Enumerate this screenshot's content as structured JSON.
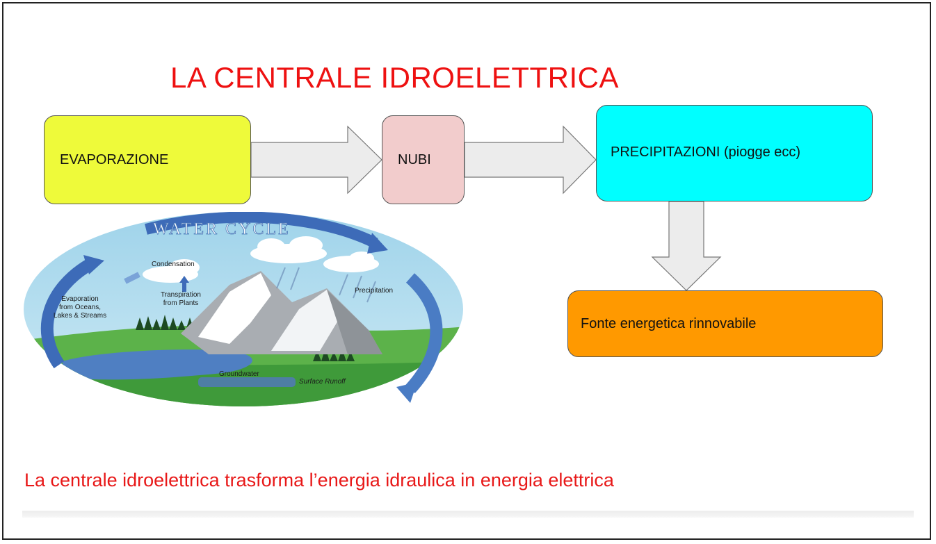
{
  "title": "LA CENTRALE IDROELETTRICA",
  "boxes": {
    "evaporazione": "EVAPORAZIONE",
    "nubi": "NUBI",
    "precipitazioni": "PRECIPITAZIONI (piogge ecc)",
    "fonte": "Fonte energetica rinnovabile"
  },
  "colors": {
    "title": "#ee1111",
    "evaporazione": "#eefa3a",
    "nubi": "#f2cccc",
    "precipitazioni": "#00ffff",
    "fonte": "#ff9900",
    "arrow_fill": "#ececec"
  },
  "water_cycle": {
    "heading": "WATER CYCLE",
    "labels": {
      "condensation": "Condensation",
      "evaporation_1": "Evaporation",
      "evaporation_2": "from Oceans,",
      "evaporation_3": "Lakes & Streams",
      "transpiration_1": "Transpiration",
      "transpiration_2": "from Plants",
      "precipitation": "Precipitation",
      "groundwater": "Groundwater",
      "runoff": "Surface Runoff"
    }
  },
  "caption": "La centrale idroelettrica trasforma l’energia idraulica in energia elettrica"
}
